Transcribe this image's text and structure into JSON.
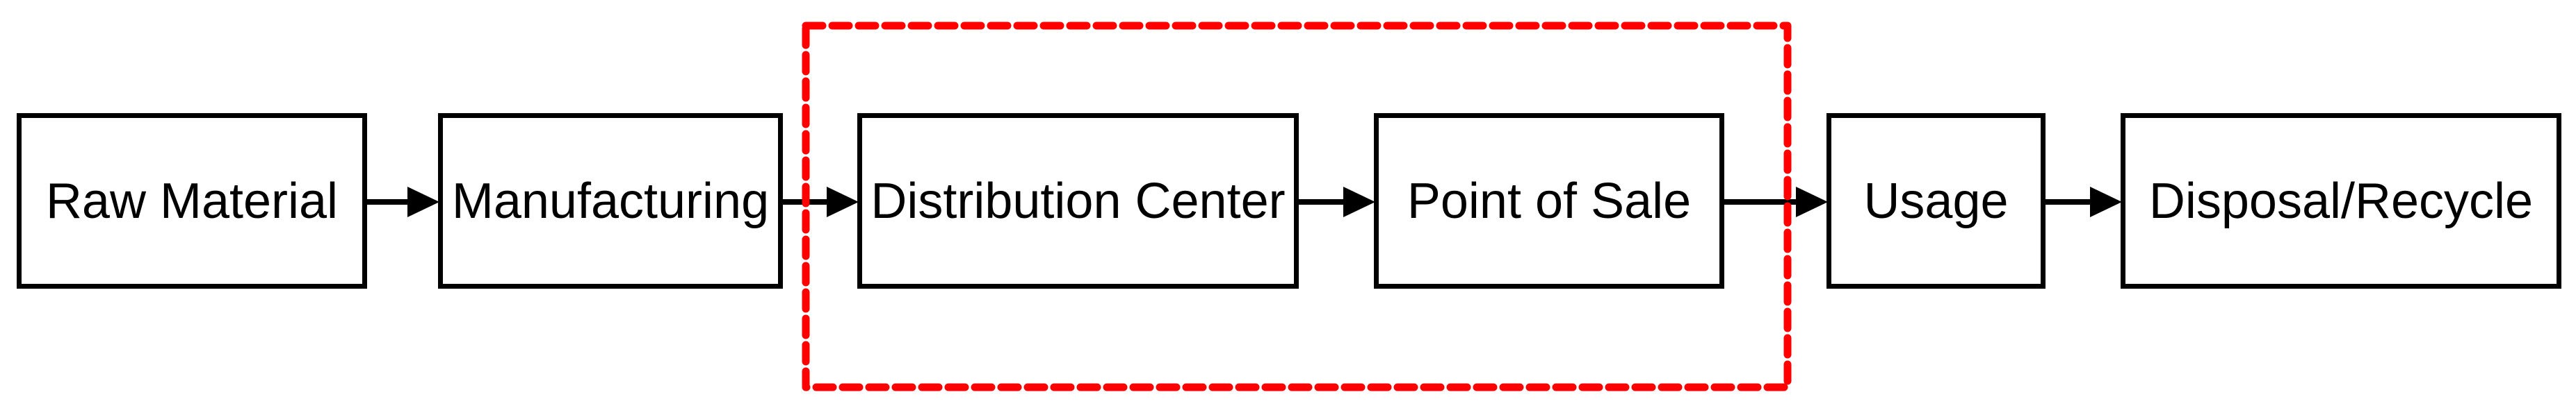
{
  "diagram": {
    "background_color": "#ffffff",
    "box_border_color": "#000000",
    "text_color": "#000000",
    "highlight_box_color": "#ff0000",
    "nodes": [
      {
        "label": "Raw Material",
        "highlighted": false
      },
      {
        "label": "Manufacturing",
        "highlighted": false
      },
      {
        "label": "Distribution Center",
        "highlighted": true
      },
      {
        "label": "Point of Sale",
        "highlighted": true
      },
      {
        "label": "Usage",
        "highlighted": false
      },
      {
        "label": "Disposal/Recycle",
        "highlighted": false
      }
    ],
    "edges": [
      {
        "from": "Raw Material",
        "to": "Manufacturing"
      },
      {
        "from": "Manufacturing",
        "to": "Distribution Center"
      },
      {
        "from": "Distribution Center",
        "to": "Point of Sale"
      },
      {
        "from": "Point of Sale",
        "to": "Usage"
      },
      {
        "from": "Usage",
        "to": "Disposal/Recycle"
      }
    ],
    "highlight_group": {
      "style": "red-dashed-rectangle",
      "members": [
        "Distribution Center",
        "Point of Sale"
      ]
    }
  }
}
